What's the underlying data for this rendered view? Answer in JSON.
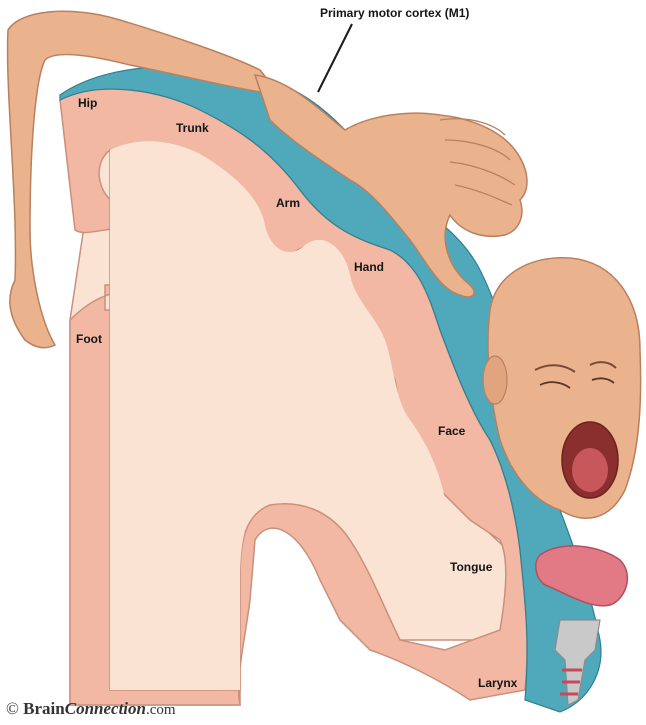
{
  "diagram": {
    "title_label": "Primary motor cortex (M1)",
    "region_labels": {
      "hip": "Hip",
      "trunk": "Trunk",
      "arm": "Arm",
      "hand": "Hand",
      "foot": "Foot",
      "face": "Face",
      "tongue": "Tongue",
      "larynx": "Larynx"
    }
  },
  "credit": {
    "symbol": "©",
    "brand_a": "Brain",
    "brand_b": "Connection",
    "domain": ".com"
  },
  "colors": {
    "cortex_pink": "#f3b8a4",
    "white_matter": "#fbe3d3",
    "motor_strip_teal": "#4fa9bb",
    "skin": "#e9b794",
    "tongue": "#e27a86"
  }
}
